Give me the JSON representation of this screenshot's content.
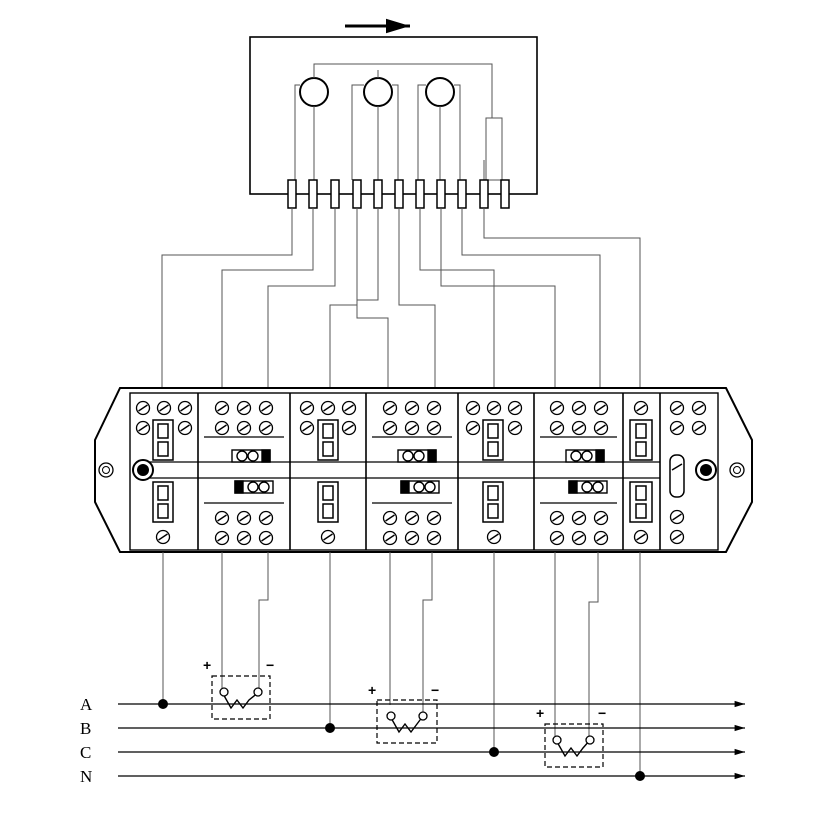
{
  "phases": [
    "A",
    "B",
    "C",
    "N"
  ],
  "ct_polarity": {
    "plus": "+",
    "minus": "−"
  }
}
